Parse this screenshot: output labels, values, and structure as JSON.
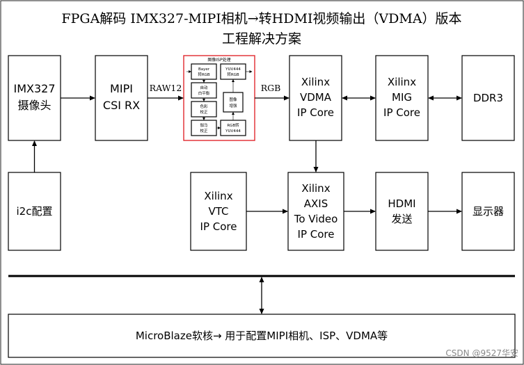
{
  "title": {
    "line1": "FPGA解码 IMX327-MIPI相机→转HDMI视频输出（VDMA）版本",
    "line2": "工程解决方案"
  },
  "blocks": {
    "imx327": [
      "IMX327",
      "摄像头"
    ],
    "mipi_csi": [
      "MIPI",
      "CSI RX"
    ],
    "vdma": [
      "Xilinx",
      "VDMA",
      "IP Core"
    ],
    "mig": [
      "Xilinx",
      "MIG",
      "IP Core"
    ],
    "ddr3": [
      "DDR3"
    ],
    "i2c": [
      "i2c配置"
    ],
    "vtc": [
      "Xilinx",
      "VTC",
      "IP Core"
    ],
    "axis2video": [
      "Xilinx",
      "AXIS",
      "To Video",
      "IP Core"
    ],
    "hdmi": [
      "HDMI",
      "发送"
    ],
    "display": [
      "显示器"
    ],
    "microblaze": [
      "MicroBlaze软核→ 用于配置MIPI相机、ISP、VDMA等"
    ]
  },
  "isp": {
    "title": "图像ISP处理",
    "stages": {
      "bayer": [
        "Bayer",
        "转RGB"
      ],
      "awb": [
        "自动",
        "白平衡"
      ],
      "ccm": [
        "色彩",
        "校正"
      ],
      "gamma": [
        "伽马",
        "校正"
      ],
      "yuv444_rgb": [
        "YUV444",
        "转RGB"
      ],
      "enhance": [
        "图像",
        "增强"
      ],
      "rgb_yuv444": [
        "RGB转",
        "YUV444"
      ]
    }
  },
  "edges": {
    "raw12": "RAW12",
    "rgb": "RGB"
  },
  "watermark": "CSDN @9527华安",
  "colors": {
    "isp_border": "#e0282d",
    "stroke": "#000000"
  }
}
